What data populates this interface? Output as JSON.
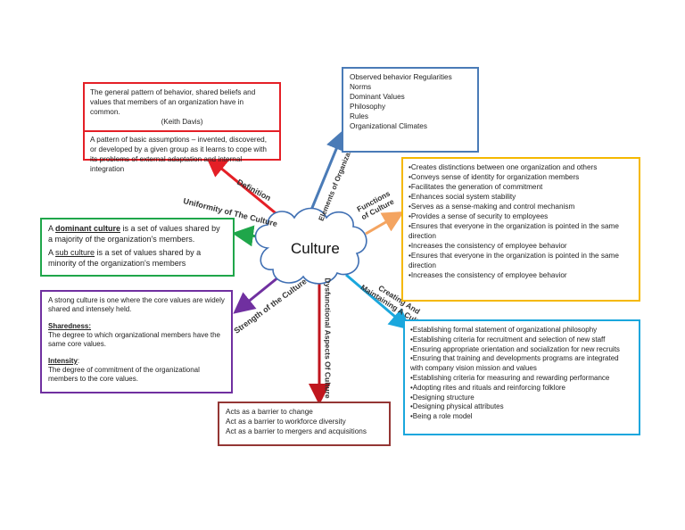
{
  "center": {
    "label": "Culture"
  },
  "branches": {
    "definition": "Definition",
    "uniformity": "Uniformity of The Culture",
    "elements": "Elements of Organizational Culture",
    "functions": "Functions of Culture",
    "strength": "Strength of the Culture",
    "dysfunctional": "Dysfunctional Aspects Of Culture",
    "creating": "Creating And Maintaining A Culture"
  },
  "definition_box": {
    "quote": "The general pattern of behavior, shared beliefs and values that members of an organization have in common.",
    "author": "(Keith Davis)",
    "alt": "A pattern of basic assumptions – invented, discovered, or developed by a given group as it learns to cope with its problems of external adaptation and internal integration"
  },
  "elements_box": {
    "items": [
      "Observed behavior Regularities",
      "Norms",
      "Dominant Values",
      "Philosophy",
      "Rules",
      "Organizational Climates"
    ]
  },
  "functions_box": {
    "items": [
      "•Creates distinctions between one organization and others",
      "•Conveys sense of identity for organization members",
      "•Facilitates the generation of commitment",
      "•Enhances social system stability",
      "•Serves as a sense-making and control mechanism",
      "•Provides a sense of security to employees",
      "•Ensures that everyone in the organization is pointed in the same direction",
      "•Increases the consistency of employee behavior",
      "•Ensures that everyone in the organization is pointed in the same direction",
      "•Increases the consistency of employee behavior"
    ]
  },
  "uniformity_box": {
    "dominant_pre": "A ",
    "dominant_term": "dominant culture",
    "dominant_post": " is a set of values shared by a majority of the organization's members.",
    "sub_pre": "A ",
    "sub_term": "sub culture",
    "sub_post": " is a set of values shared by a minority of the organization's members"
  },
  "strength_box": {
    "intro": "A strong culture is one where the core values are widely shared and intensely held.",
    "sharedness_head": "Sharedness:",
    "sharedness_text": "The degree to which organizational members have the same core values.",
    "intensity_head": "Intensity",
    "intensity_colon": ":",
    "intensity_text": "The degree of commitment of the organizational members to the core values."
  },
  "dysfunctional_box": {
    "items": [
      "Acts as a barrier to change",
      "Act as a barrier to workforce diversity",
      "Act as a barrier to mergers and acquisitions"
    ]
  },
  "creating_box": {
    "items": [
      "•Establishing formal statement of organizational philosophy",
      "•Establishing criteria for recruitment and selection of new staff",
      "•Ensuring appropriate orientation and socialization for new recruits",
      "•Ensuring that training and developments programs are integrated with company vision mission and values",
      "•Establishing criteria for measuring and rewarding performance",
      "•Adopting rites and rituals and reinforcing folklore",
      "•Designing structure",
      "•Designing physical attributes",
      "•Being a role model"
    ]
  },
  "colors": {
    "red": "#e41f26",
    "blue": "#4a7bb7",
    "orange": "#f4a460",
    "gold": "#f5b800",
    "green": "#1fa64a",
    "purple": "#7030a0",
    "darkred": "#c0161e",
    "cyan": "#1aa7dd",
    "brown": "#943634",
    "cloud": "#3f6fb3"
  }
}
